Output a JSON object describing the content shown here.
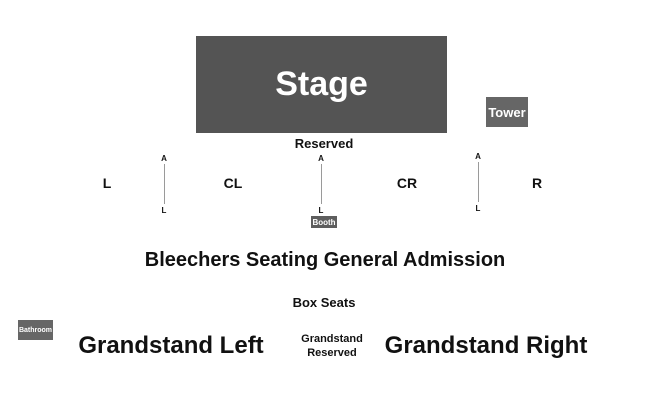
{
  "stage": {
    "label": "Stage"
  },
  "tower": {
    "label": "Tower"
  },
  "reserved": {
    "label": "Reserved"
  },
  "sections": {
    "left": "L",
    "center_left": "CL",
    "center_right": "CR",
    "right": "R"
  },
  "aisles": [
    {
      "top": "A",
      "bottom": "L"
    },
    {
      "top": "A",
      "bottom": "L"
    },
    {
      "top": "A",
      "bottom": "L"
    }
  ],
  "booth": {
    "label": "Booth"
  },
  "bleachers": {
    "label": "Bleechers Seating General Admission"
  },
  "box_seats": {
    "label": "Box Seats"
  },
  "bathroom": {
    "label": "Bathroom"
  },
  "grandstand": {
    "left": "Grandstand Left",
    "reserved_line1": "Grandstand",
    "reserved_line2": "Reserved",
    "right": "Grandstand Right"
  },
  "colors": {
    "stage": "#545454",
    "labels_box": "#666666",
    "text": "#111111"
  }
}
